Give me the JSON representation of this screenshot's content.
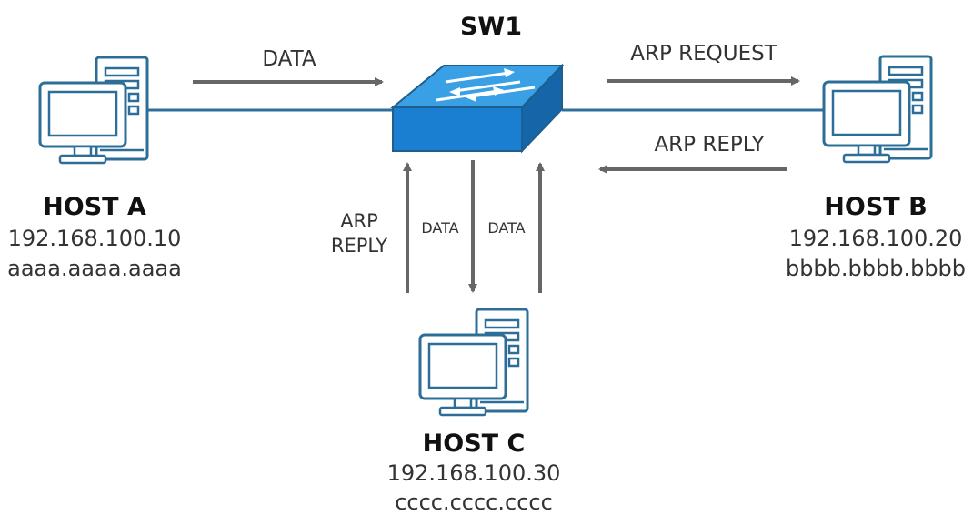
{
  "switch": {
    "name": "SW1"
  },
  "hosts": {
    "a": {
      "name": "HOST A",
      "ip": "192.168.100.10",
      "mac": "aaaa.aaaa.aaaa"
    },
    "b": {
      "name": "HOST B",
      "ip": "192.168.100.20",
      "mac": "bbbb.bbbb.bbbb"
    },
    "c": {
      "name": "HOST C",
      "ip": "192.168.100.30",
      "mac": "cccc.cccc.cccc"
    }
  },
  "flows": {
    "a_to_sw": "DATA",
    "sw_to_b": "ARP REQUEST",
    "b_to_sw": "ARP REPLY",
    "c_arp_reply_line1": "ARP",
    "c_arp_reply_line2": "REPLY",
    "sw_to_c": "DATA",
    "c_to_sw": "DATA"
  },
  "colors": {
    "link": "#2f6f9a",
    "arrow": "#666666",
    "switch_top": "#3aa0e6",
    "switch_front": "#1a7fd1",
    "icon_stroke": "#2d6e99"
  }
}
